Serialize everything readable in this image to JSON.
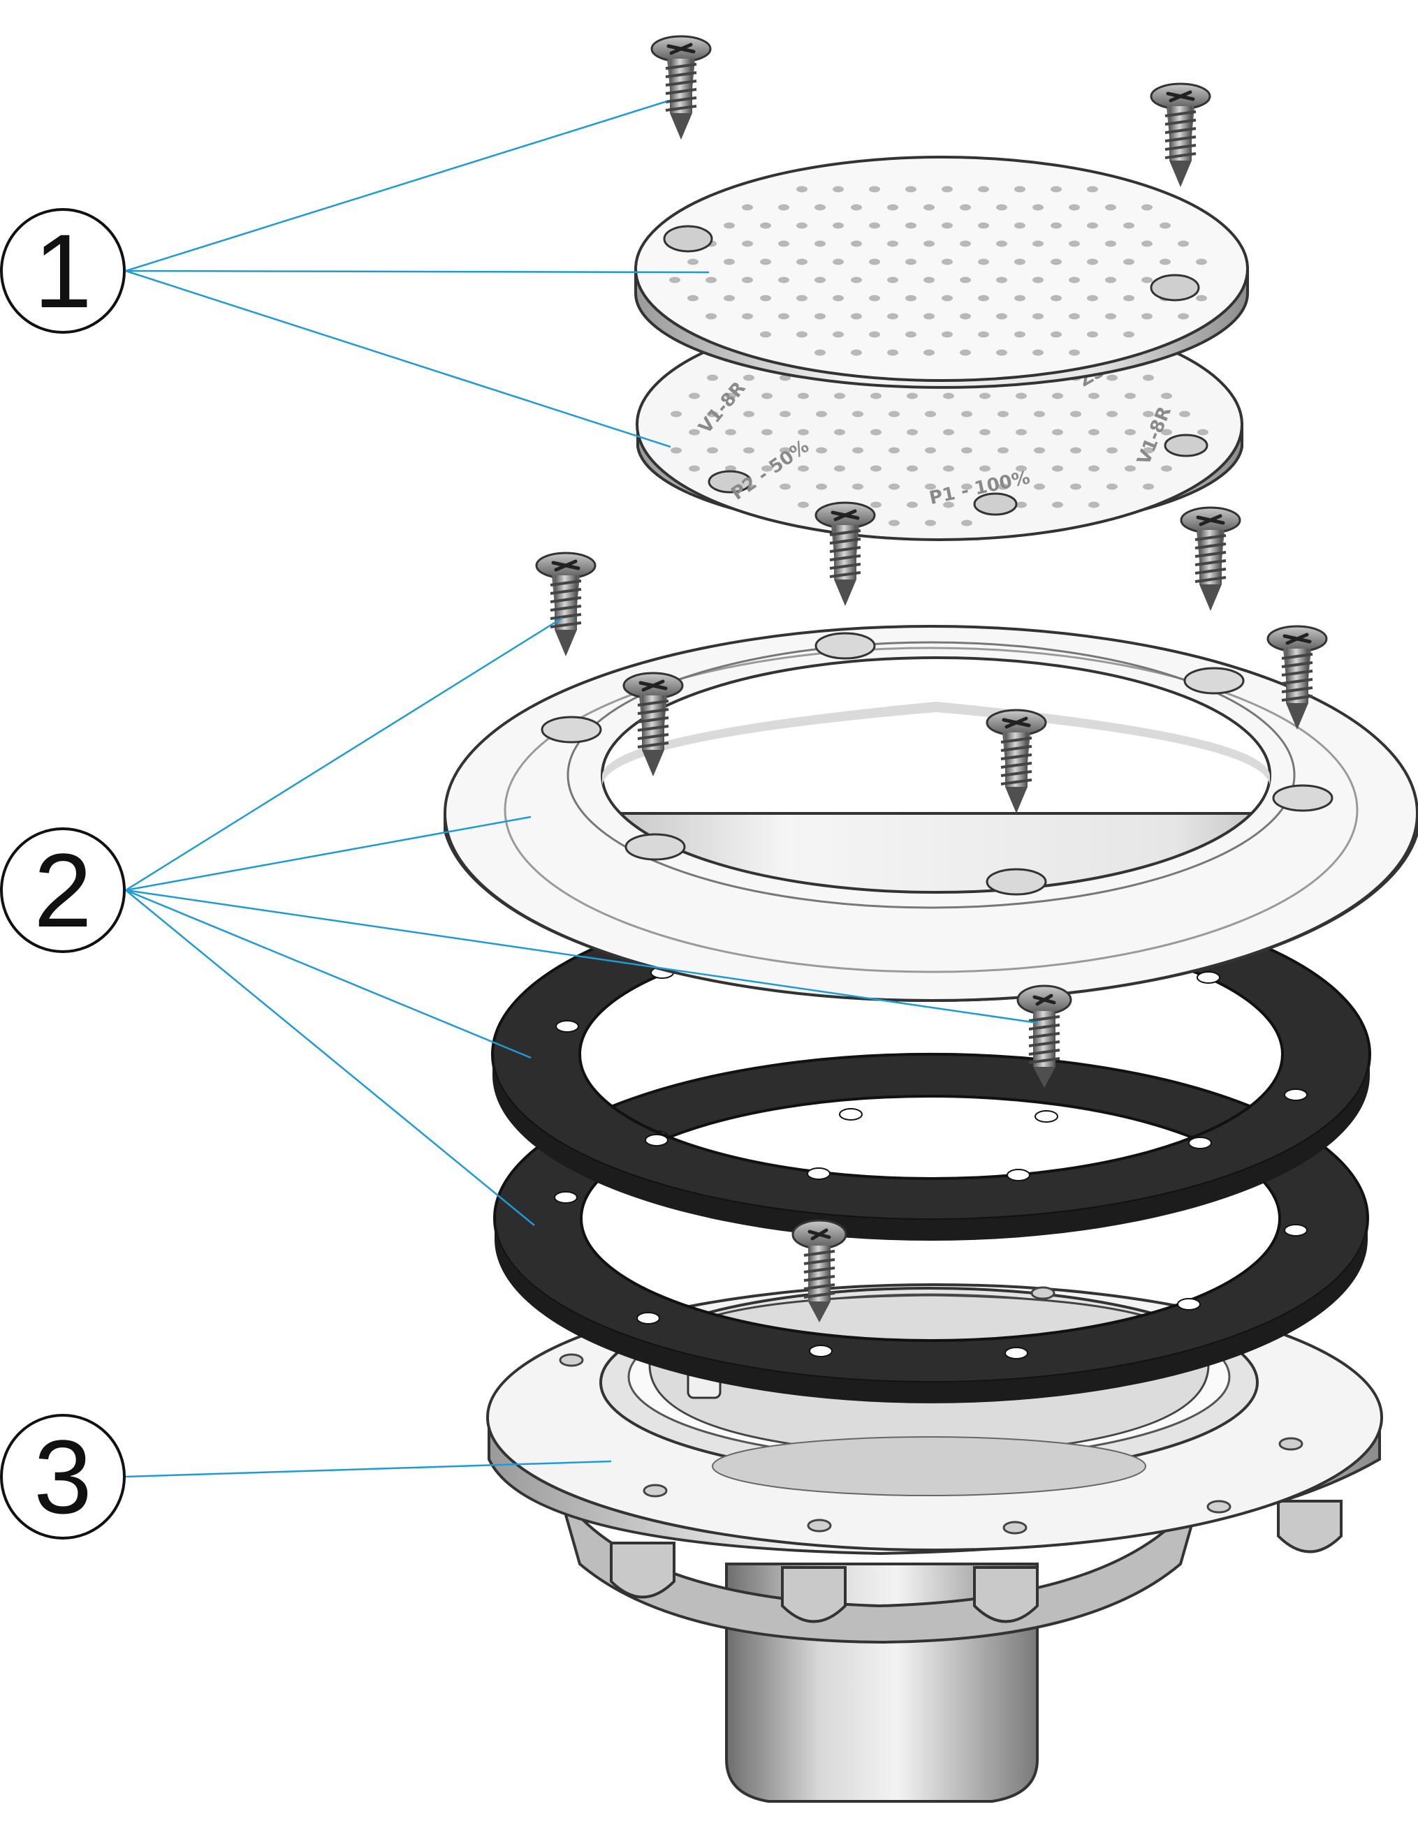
{
  "callouts": [
    {
      "id": "1",
      "label": "1"
    },
    {
      "id": "2",
      "label": "2"
    },
    {
      "id": "3",
      "label": "3"
    }
  ],
  "grate_markings": {
    "lower_a": "P1 - 100%",
    "lower_b": "P2 - 50%",
    "lower_c": "V1-8R",
    "lower_d": "V1-8R",
    "lower_e": "ZSA"
  },
  "colors": {
    "leader_line": "#1e9bd7",
    "gasket": "#2b2b2b",
    "plastic": "#f2f2f2",
    "screw": "#7a7a7a"
  }
}
